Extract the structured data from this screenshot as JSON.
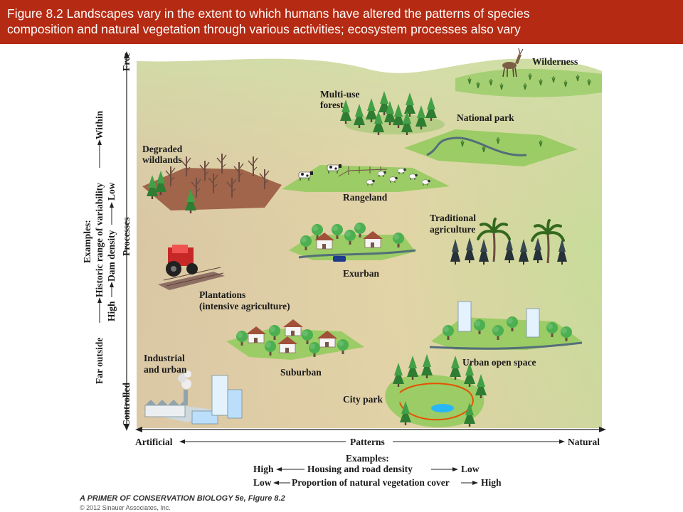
{
  "header": {
    "line1": "Figure 8.2  Landscapes vary in the extent to which humans have altered the patterns of species",
    "line2": "composition and natural vegetation through various activities; ecosystem processes also vary"
  },
  "landscapes": {
    "wilderness": "Wilderness",
    "multi_use_1": "Multi-use",
    "multi_use_2": "forest",
    "national_park": "National park",
    "degraded_1": "Degraded",
    "degraded_2": "wildlands",
    "rangeland": "Rangeland",
    "traditional_1": "Traditional",
    "traditional_2": "agriculture",
    "exurban": "Exurban",
    "plantations_1": "Plantations",
    "plantations_2": "(intensive agriculture)",
    "suburban": "Suburban",
    "urban_open_space": "Urban open space",
    "industrial_1": "Industrial",
    "industrial_2": "and urban",
    "city_park": "City park"
  },
  "x_axis": {
    "left": "Artificial",
    "center": "Patterns",
    "right": "Natural",
    "examples": "Examples:",
    "row1_low_end": "High",
    "row1_label": "Housing and road density",
    "row1_high_end": "Low",
    "row2_low_end": "Low",
    "row2_label": "Proportion of natural vegetation cover",
    "row2_high_end": "High"
  },
  "y_axis": {
    "bottom": "Controlled",
    "center": "Processes",
    "top": "Free",
    "examples": "Examples:",
    "row1_low_end": "Far outside",
    "row1_label": "Historic range of variability",
    "row1_high_end": "Within",
    "row2_low_end": "High",
    "row2_label": "Dam density",
    "row2_high_end": "Low"
  },
  "footer": {
    "credit": "A PRIMER OF CONSERVATION BIOLOGY 5e, Figure 8.2",
    "copyright": "© 2012 Sinauer Associates, Inc."
  },
  "colors": {
    "banner": "#b52a12",
    "grass": "#8cc063",
    "tree": "#2e7d32",
    "soil": "#a0654a"
  }
}
